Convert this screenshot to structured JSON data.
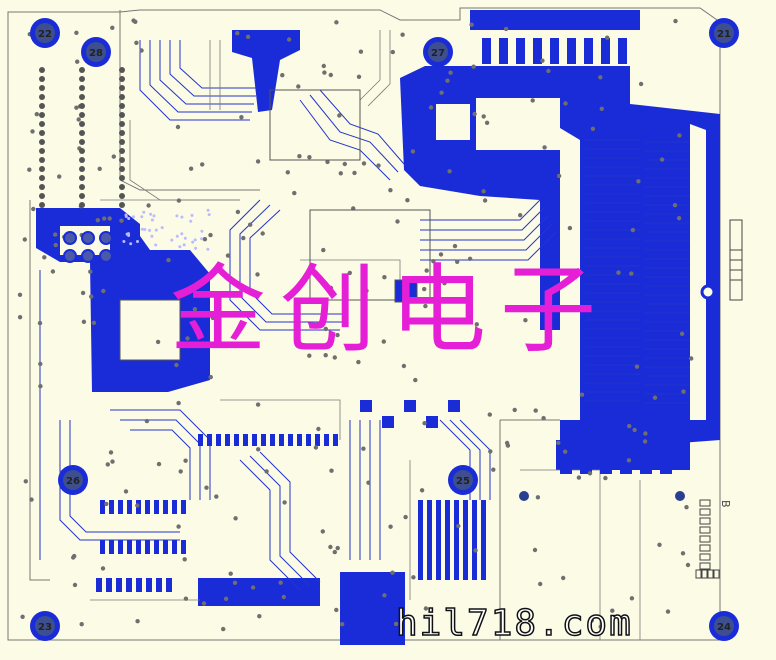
{
  "image": {
    "subject": "pcb-layout-screenshot",
    "colors": {
      "board": "#fbfbe6",
      "copper": "#1a2bd8",
      "trace": "#2436c9",
      "outline": "#777777",
      "drill": "#2a3f8f",
      "watermark": "#e51fd6"
    }
  },
  "mounting_holes": [
    {
      "label": "22"
    },
    {
      "label": "28"
    },
    {
      "label": "27"
    },
    {
      "label": "21"
    },
    {
      "label": "26"
    },
    {
      "label": "25"
    },
    {
      "label": "23"
    },
    {
      "label": "24"
    }
  ],
  "silkscreen": {
    "marker": "B"
  },
  "watermark": {
    "chinese": "金创电子",
    "url": "hil718.com"
  }
}
